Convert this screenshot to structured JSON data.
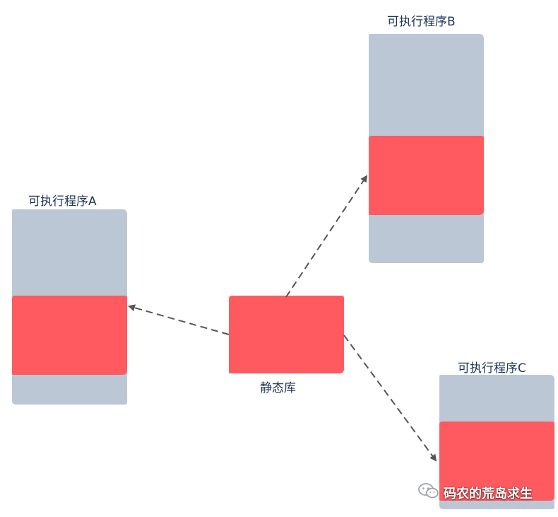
{
  "nodes": {
    "program_a": {
      "label": "可执行程序A"
    },
    "program_b": {
      "label": "可执行程序B"
    },
    "program_c": {
      "label": "可执行程序C"
    },
    "static_lib": {
      "label": "静态库"
    }
  },
  "edges": [
    {
      "from": "static_lib",
      "to": "program_a",
      "style": "dashed"
    },
    {
      "from": "static_lib",
      "to": "program_b",
      "style": "dashed"
    },
    {
      "from": "static_lib",
      "to": "program_c",
      "style": "dashed"
    }
  ],
  "colors": {
    "program_body": "#bcc7d6",
    "library_segment": "#fe5a5f",
    "label_text": "#1d3557",
    "arrow": "#555555"
  },
  "watermark": {
    "text": "码农的荒岛求生",
    "icon": "wechat-icon"
  }
}
